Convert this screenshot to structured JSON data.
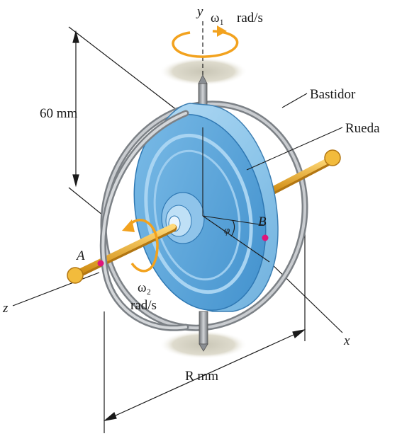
{
  "labels": {
    "omega1": "ω₁",
    "omega1_unit": "rad/s",
    "omega2": "ω₂",
    "omega2_unit": "rad/s",
    "dim_60": "60 mm",
    "dim_r": "R mm",
    "frame": "Bastidor",
    "wheel": "Rueda",
    "point_a": "A",
    "point_b": "B",
    "angle": "φ",
    "axis_x": "x",
    "axis_y": "y",
    "axis_z": "z"
  },
  "colors": {
    "wheel_face": "#5aa6dc",
    "wheel_rim": "#8fc8ee",
    "ring": "#9ea3a8",
    "shaft": "#f0b83a",
    "arrow": "#f2a21e",
    "point": "#e0147a"
  }
}
